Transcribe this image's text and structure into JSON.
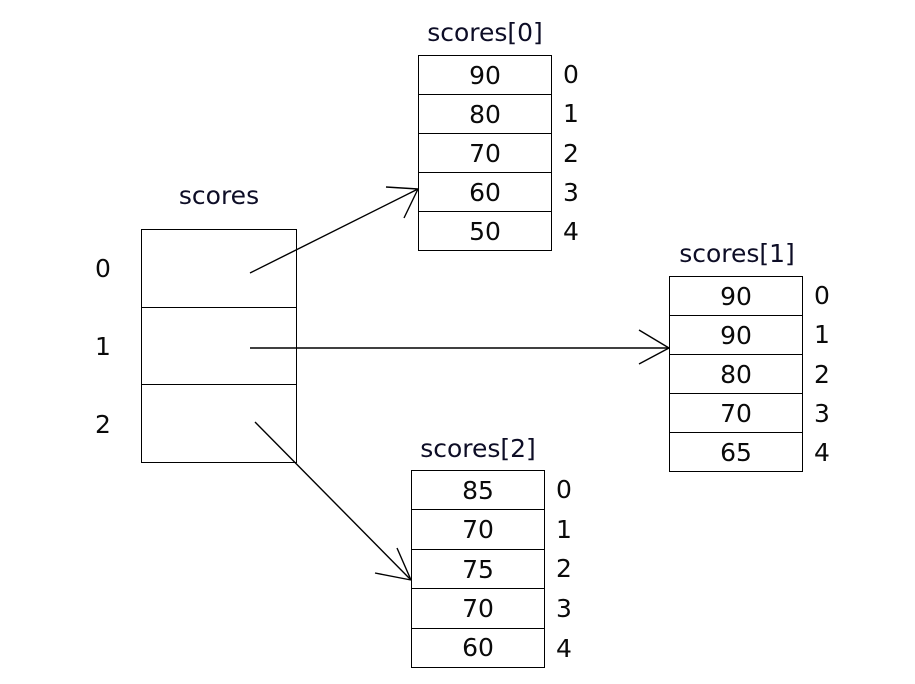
{
  "diagram": {
    "title_color": "#0d0d26",
    "line_color": "#000000",
    "background": "#ffffff",
    "main_array": {
      "name": "scores",
      "label": "scores",
      "indices": [
        "0",
        "1",
        "2"
      ],
      "cells": [
        "",
        "",
        ""
      ]
    },
    "sub_arrays": [
      {
        "name": "scores-0",
        "label": "scores[0]",
        "values": [
          "90",
          "80",
          "70",
          "60",
          "50"
        ],
        "indices": [
          "0",
          "1",
          "2",
          "3",
          "4"
        ]
      },
      {
        "name": "scores-1",
        "label": "scores[1]",
        "values": [
          "90",
          "90",
          "80",
          "70",
          "65"
        ],
        "indices": [
          "0",
          "1",
          "2",
          "3",
          "4"
        ]
      },
      {
        "name": "scores-2",
        "label": "scores[2]",
        "values": [
          "85",
          "70",
          "75",
          "70",
          "60"
        ],
        "indices": [
          "0",
          "1",
          "2",
          "3",
          "4"
        ]
      }
    ],
    "pointers": [
      {
        "name": "pointer-0-to-scores0",
        "from_index": "0",
        "to_array": "scores[0]"
      },
      {
        "name": "pointer-1-to-scores1",
        "from_index": "1",
        "to_array": "scores[1]"
      },
      {
        "name": "pointer-2-to-scores2",
        "from_index": "2",
        "to_array": "scores[2]"
      }
    ]
  }
}
